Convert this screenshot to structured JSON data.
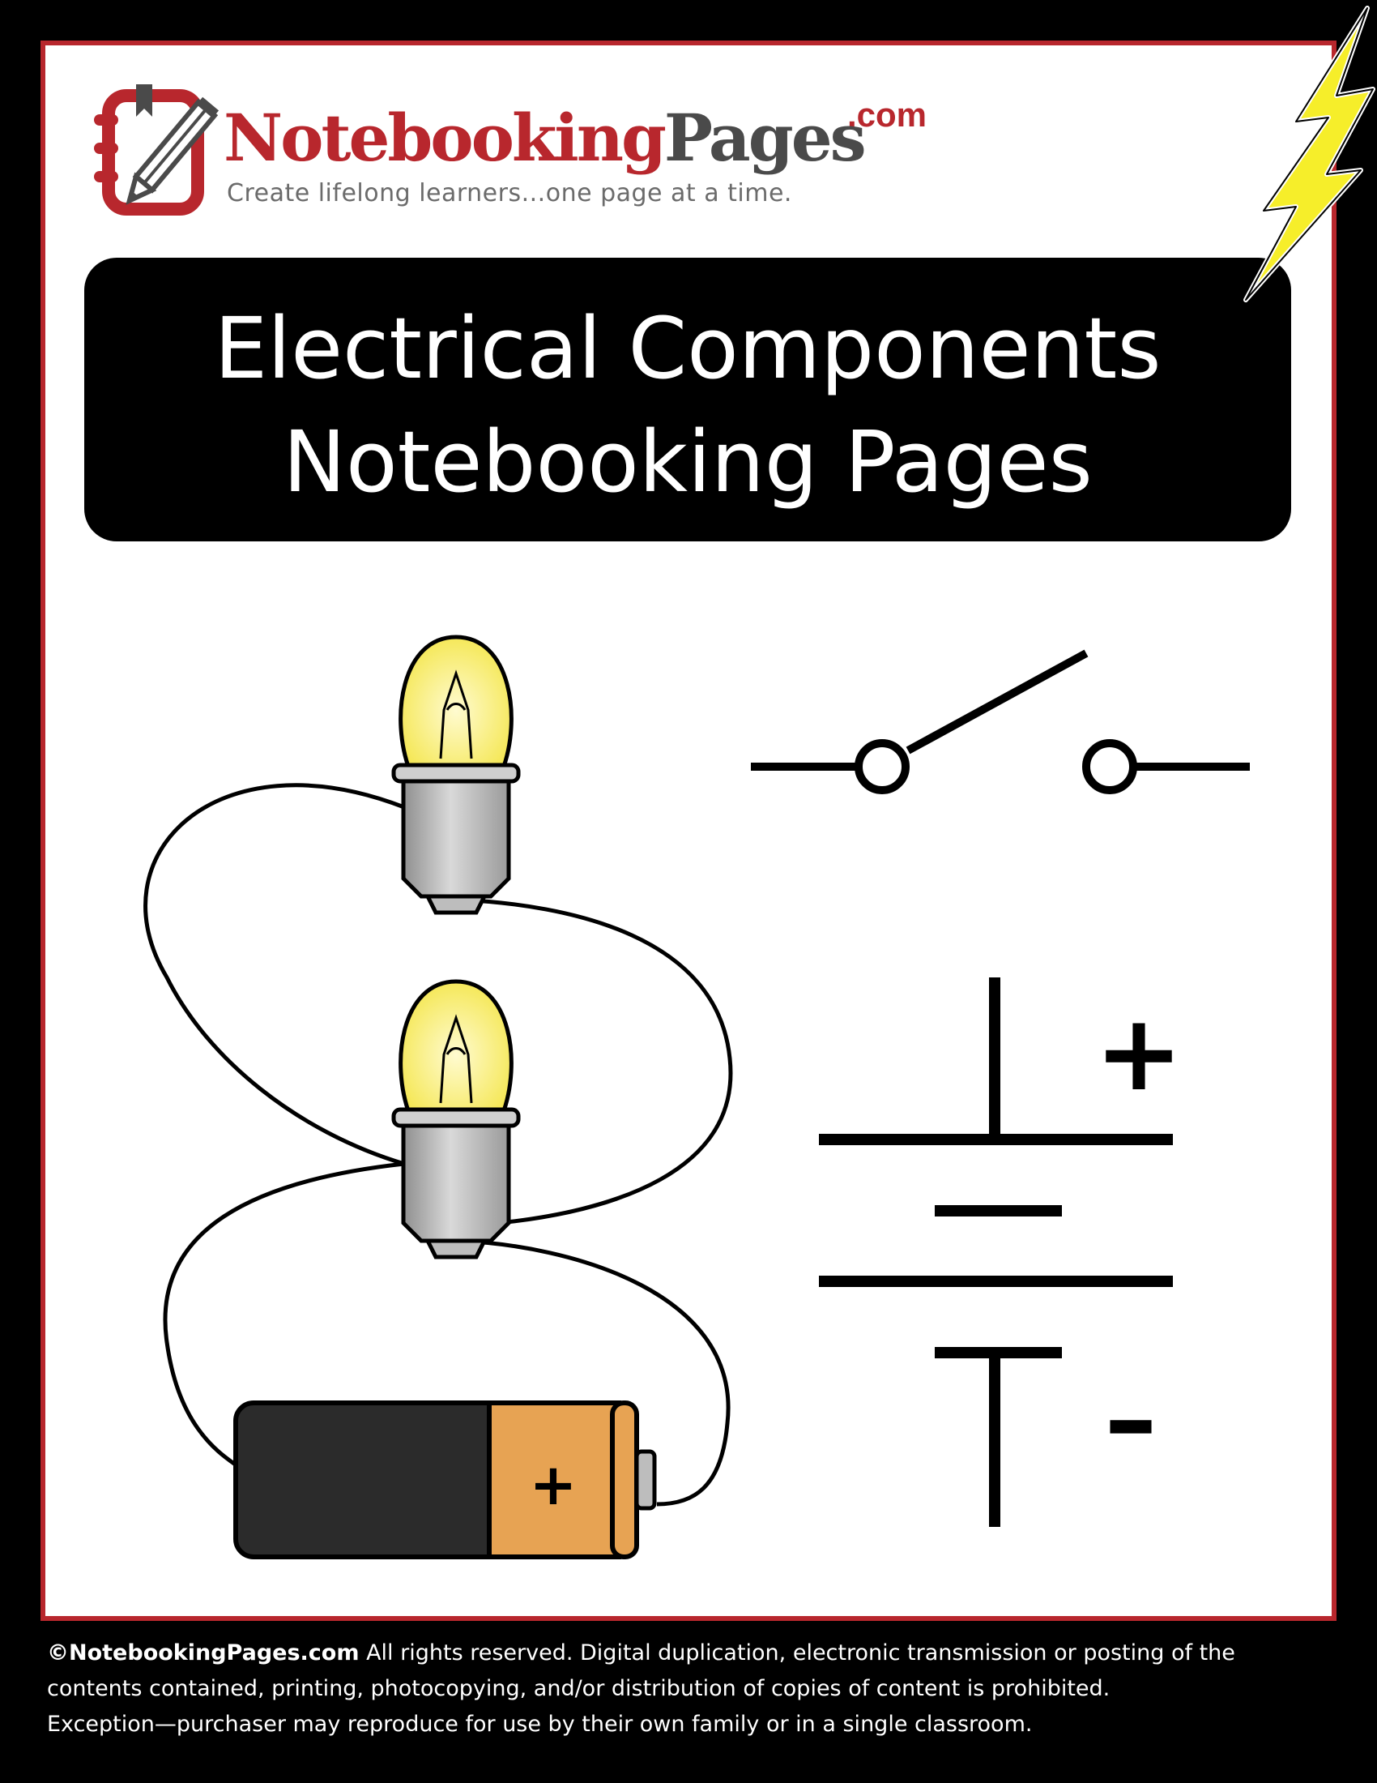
{
  "brand": {
    "dotcom": ".com",
    "name_part1": "Notebooking",
    "name_part2": "Pages",
    "tagline": "Create lifelong learners...one page at a time."
  },
  "title": {
    "line1": "Electrical Components",
    "line2": "Notebooking Pages"
  },
  "battery_symbol": {
    "plus": "+",
    "minus": "–"
  },
  "cell_illustration": {
    "plus": "+"
  },
  "footer": {
    "brand": "©NotebookingPages.com",
    "line1_rest": " All rights reserved. Digital duplication, electronic transmission or posting of the",
    "line2": "contents contained, printing, photocopying, and/or distribution of copies of content is prohibited.",
    "line3": "Exception—purchaser may reproduce for use by their own family or in a single classroom."
  },
  "colors": {
    "frame_red": "#b8272d",
    "brand_gray": "#4a4a4a",
    "bulb_yellow": "#f4e64e",
    "battery_orange": "#e7a353",
    "bolt_yellow": "#f6ee2a"
  },
  "icons": [
    "notebook-pencil-logo-icon",
    "lightning-bolt-icon",
    "light-bulb-icon",
    "battery-cell-icon",
    "switch-symbol-icon",
    "battery-symbol-icon"
  ]
}
